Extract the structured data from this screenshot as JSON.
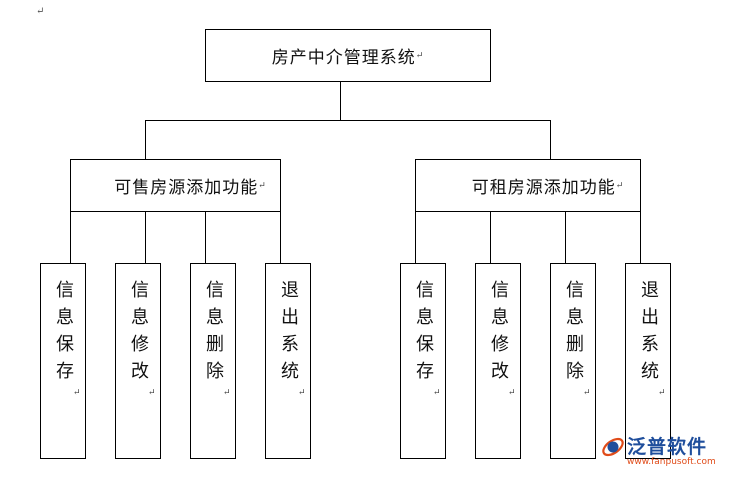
{
  "paragraph_mark": "↵",
  "root": {
    "label": "房产中介管理系统"
  },
  "branches": [
    {
      "label": "可售房源添加功能",
      "children": [
        "信息保存",
        "信息修改",
        "信息删除",
        "退出系统"
      ]
    },
    {
      "label": "可租房源添加功能",
      "children": [
        "信息保存",
        "信息修改",
        "信息删除",
        "退出系统"
      ]
    }
  ],
  "watermark": {
    "name": "泛普软件",
    "url": "www.fanpusoft.com",
    "colors": {
      "text": "#1f4e9c",
      "url": "#e04c1a"
    }
  }
}
